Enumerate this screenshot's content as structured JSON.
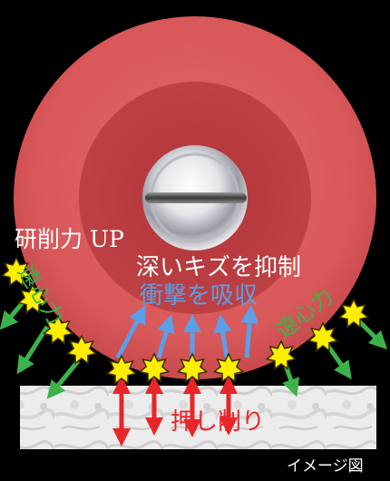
{
  "labels": {
    "grinding_power": "研削力 UP",
    "suppress_deep_scratches": "深いキズを抑制",
    "absorb_impact": "衝撃を吸収",
    "centrifugal_left": "遠心力",
    "centrifugal_right": "遠心力",
    "push_cut": "押し削り",
    "image_caption": "イメージ図"
  },
  "colors": {
    "background": "#000000",
    "pad_outer": "#d9585a",
    "pad_inner": "#b73a3d",
    "abrasive": "#ffee00",
    "arrow_blue": "#5aa0e8",
    "arrow_red": "#e8262a",
    "arrow_green": "#3cb34a",
    "surface": "#e8e8e8"
  },
  "icons": {
    "hub": "metal-bolt-icon",
    "abrasive": "star-burst-icon"
  }
}
